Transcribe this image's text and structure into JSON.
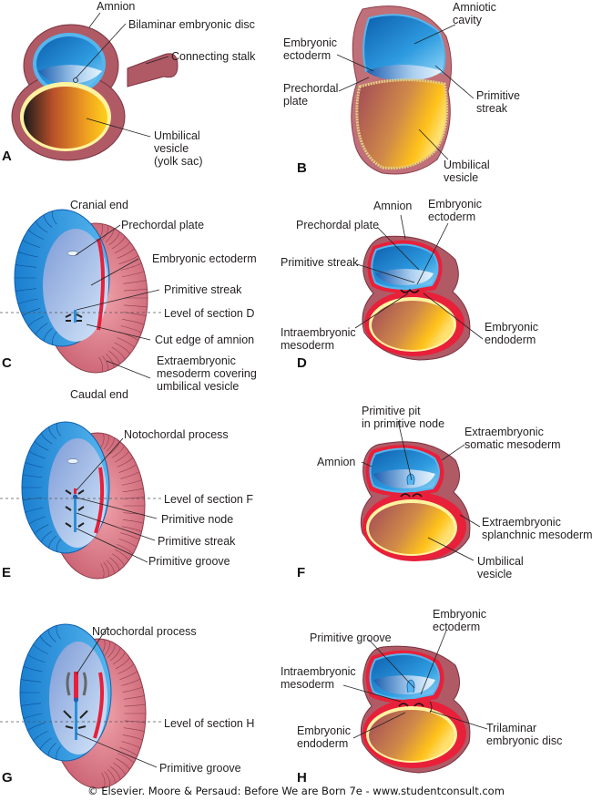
{
  "figure": {
    "caption": "© Elsevier. Moore & Persaud: Before We are Born 7e - www.studentconsult.com",
    "colors": {
      "amnion_blue": "#2a8fd8",
      "amnion_light": "#7fc8f0",
      "mesoderm_pink": "#b8606a",
      "mesoderm_dark": "#8e3f4c",
      "red_layer": "#e8203a",
      "yolk_orange": "#f0a020",
      "yolk_yellow": "#ffd21a",
      "endoderm_rim": "#fff3a0",
      "rings_pink": "#d9808c"
    },
    "panels": {
      "A": {
        "letter": "A",
        "labels": {
          "amnion": "Amnion",
          "bilaminar": "Bilaminar embryonic disc",
          "stalk": "Connecting stalk",
          "umbilical": "Umbilical\nvesicle\n(yolk sac)"
        }
      },
      "B": {
        "letter": "B",
        "labels": {
          "amniotic_cavity": "Amniotic\ncavity",
          "ectoderm": "Embryonic\nectoderm",
          "prechordal": "Prechordal\nplate",
          "streak": "Primitive\nstreak",
          "umbilical": "Umbilical\nvesicle"
        }
      },
      "C": {
        "letter": "C",
        "labels": {
          "cranial": "Cranial end",
          "prechordal": "Prechordal plate",
          "ectoderm": "Embryonic ectoderm",
          "streak": "Primitive streak",
          "section": "Level of section D",
          "cut_edge": "Cut edge of amnion",
          "extra": "Extraembryonic\nmesoderm covering\numbilical vesicle",
          "caudal": "Caudal end"
        }
      },
      "D": {
        "letter": "D",
        "labels": {
          "amnion": "Amnion",
          "ectoderm": "Embryonic\nectoderm",
          "prechordal": "Prechordal plate",
          "streak": "Primitive streak",
          "intra": "Intraembryonic\nmesoderm",
          "endoderm": "Embryonic\nendoderm"
        }
      },
      "E": {
        "letter": "E",
        "labels": {
          "notochordal": "Notochordal process",
          "section": "Level of section F",
          "node": "Primitive node",
          "streak": "Primitive streak",
          "groove": "Primitive groove"
        }
      },
      "F": {
        "letter": "F",
        "labels": {
          "pit": "Primitive pit\nin primitive node",
          "somatic": "Extraembryonic\nsomatic mesoderm",
          "amnion": "Amnion",
          "splanchnic": "Extraembryonic\nsplanchnic mesoderm",
          "umbilical": "Umbilical\nvesicle"
        }
      },
      "G": {
        "letter": "G",
        "labels": {
          "notochordal": "Notochordal process",
          "section": "Level of section H",
          "groove": "Primitive groove"
        }
      },
      "H": {
        "letter": "H",
        "labels": {
          "ectoderm": "Embryonic\nectoderm",
          "groove": "Primitive groove",
          "intra": "Intraembryonic\nmesoderm",
          "endoderm": "Embryonic\nendoderm",
          "trilaminar": "Trilaminar\nembryonic disc"
        }
      }
    }
  }
}
